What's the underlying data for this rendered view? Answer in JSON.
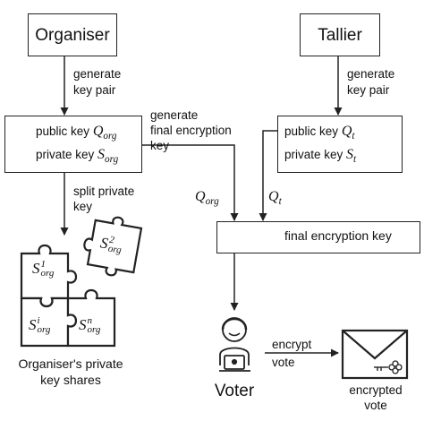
{
  "organiser": {
    "title": "Organiser",
    "step_generate_line1": "generate",
    "step_generate_line2": "key pair",
    "public_key_label": "public key",
    "public_key_symbol": "Q",
    "public_key_sub": "org",
    "private_key_label": "private key",
    "private_key_symbol": "S",
    "private_key_sub": "org",
    "final_gen_line1": "generate",
    "final_gen_line2": "final encryption",
    "final_gen_line3": "key",
    "split_line1": "split private",
    "split_line2": "key",
    "edge_label_symbol": "Q",
    "edge_label_sub": "org",
    "shares": [
      {
        "sym": "S",
        "sup": "1",
        "sub": "org"
      },
      {
        "sym": "S",
        "sup": "2",
        "sub": "org"
      },
      {
        "sym": "S",
        "sup": "i",
        "sub": "org"
      },
      {
        "sym": "S",
        "sup": "n",
        "sub": "org"
      }
    ],
    "shares_caption_line1": "Organiser's private",
    "shares_caption_line2": "key shares"
  },
  "tallier": {
    "title": "Tallier",
    "step_generate_line1": "generate",
    "step_generate_line2": "key pair",
    "public_key_label": "public key",
    "public_key_symbol": "Q",
    "public_key_sub": "t",
    "private_key_label": "private key",
    "private_key_symbol": "S",
    "private_key_sub": "t",
    "edge_label_symbol": "Q",
    "edge_label_sub": "t"
  },
  "final_key": {
    "label": "final encryption key"
  },
  "voter": {
    "label": "Voter",
    "encrypt_line1": "encrypt",
    "encrypt_line2": "vote"
  },
  "encrypted_vote": {
    "line1": "encrypted",
    "line2": "vote"
  }
}
